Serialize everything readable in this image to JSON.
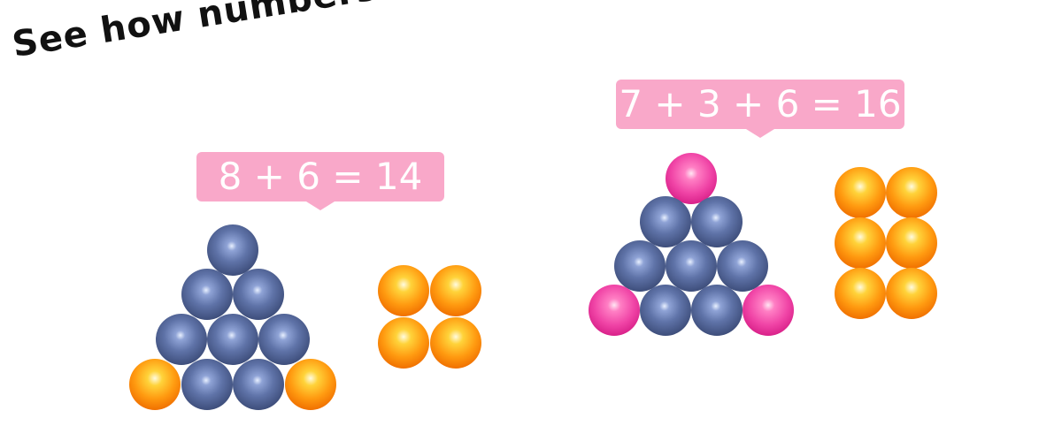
{
  "title": "See how numbers add up",
  "equations": {
    "left": "8 + 6 = 14",
    "right": "7 + 3 + 6 = 16"
  },
  "colors": {
    "bubble": "#f9a8c9",
    "blue_ball": "#5f73a8",
    "orange_ball": "#ff9a10",
    "pink_ball": "#f044a6"
  }
}
